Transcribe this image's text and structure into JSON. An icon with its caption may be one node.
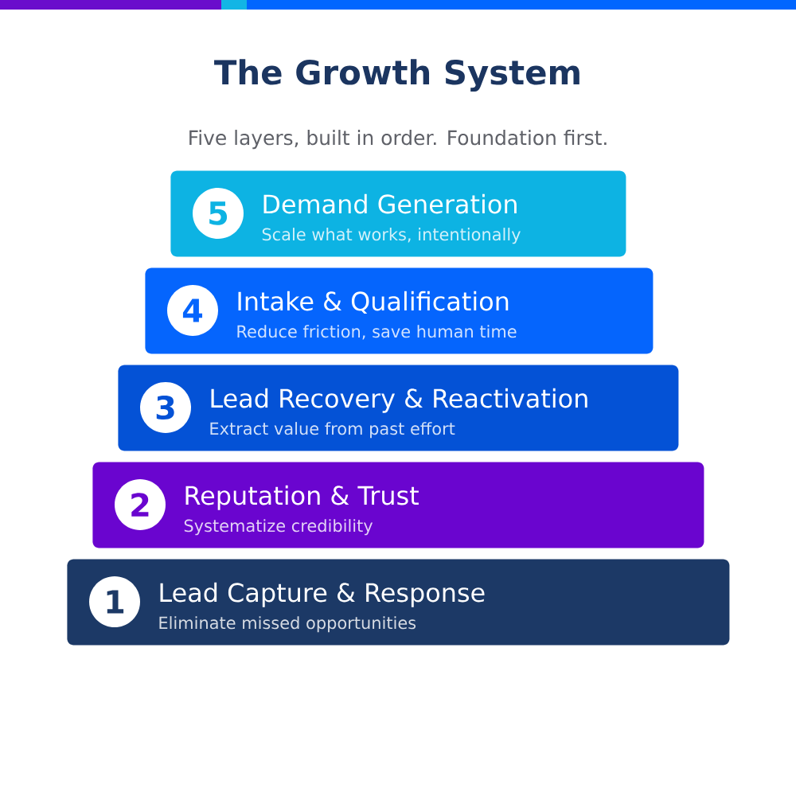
{
  "diagram": {
    "title": "The Growth System",
    "nodes": [
      {
        "text": [
          "Demand Generation",
          "Scale what works, intentionally"
        ]
      },
      {
        "text": [
          "5"
        ],
        "in": 0
      },
      {
        "text": [
          "Intake & Qualification",
          "Reduce friction, save human time"
        ]
      },
      {
        "text": [
          "4"
        ],
        "in": 2
      },
      {
        "text": [
          "Lead Recovery & Reactivation",
          "Extract value from past effort"
        ]
      },
      {
        "text": [
          "3"
        ],
        "in": 4
      },
      {
        "text": [
          "Reputation & Trust",
          "Systematize credibility"
        ]
      },
      {
        "text": [
          "2"
        ],
        "in": 6
      },
      {
        "text": [
          "Lead Capture & Response",
          "Eliminate missed opportunities"
        ]
      },
      {
        "text": [
          "1"
        ],
        "in": 8
      }
    ],
    "labels": [
      "Five layers, built in order. Foundation first."
    ]
  }
}
